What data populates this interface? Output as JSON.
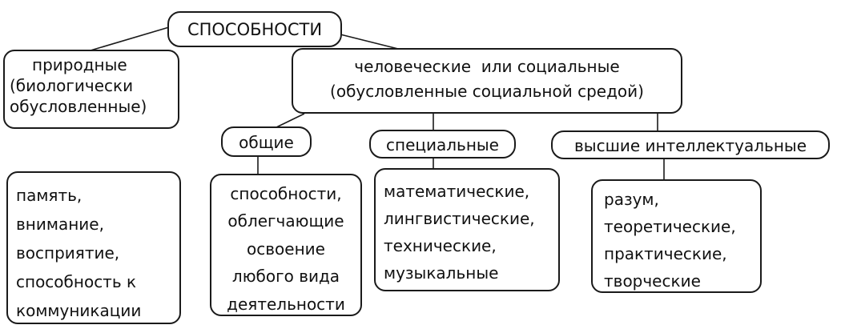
{
  "diagram": {
    "root": {
      "label": "СПОСОБНОСТИ"
    },
    "natural": {
      "lines": [
        "природные",
        "(биологически",
        "обусловленные)"
      ],
      "examples": [
        "память,",
        "внимание,",
        "восприятие,",
        "способность к",
        "коммуникации"
      ]
    },
    "social": {
      "lines": [
        "человеческие  или социальные",
        "(обусловленные социальной средой)"
      ],
      "types": {
        "general": {
          "label": "общие",
          "description": [
            "способности,",
            "облегчающие",
            "освоение",
            "любого вида",
            "деятельности"
          ]
        },
        "special": {
          "label": "специальные",
          "examples": [
            "математические,",
            "лингвистические,",
            "технические,",
            "музыкальные"
          ]
        },
        "higher": {
          "label": "высшие интеллектуальные",
          "examples": [
            "разум,",
            "теоретические,",
            "практические,",
            "творческие"
          ]
        }
      }
    }
  }
}
